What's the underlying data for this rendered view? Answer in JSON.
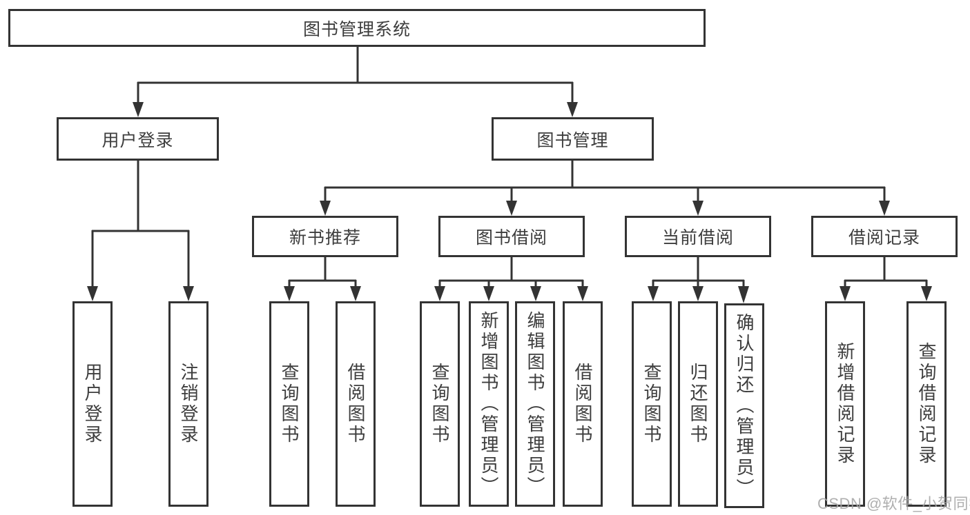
{
  "diagram": {
    "title": "图书管理系统",
    "level2": {
      "user_login": "用户登录",
      "book_mgmt": "图书管理"
    },
    "level3": {
      "new_books": "新书推荐",
      "book_borrow": "图书借阅",
      "current_borrow": "当前借阅",
      "borrow_records": "借阅记录"
    },
    "leaves": {
      "user_login": [
        "用户登录",
        "注销登录"
      ],
      "new_books": [
        "查询图书",
        "借阅图书"
      ],
      "book_borrow": [
        "查询图书",
        "新增图书（管理员）",
        "编辑图书（管理员）",
        "借阅图书"
      ],
      "current_borrow": [
        "查询图书",
        "归还图书",
        "确认归还（管理员）"
      ],
      "borrow_records": [
        "新增借阅记录",
        "查询借阅记录"
      ]
    },
    "colors": {
      "line": "#333333",
      "text": "#3d3d3d",
      "background": "#ffffff",
      "watermark": "#a4a4a4"
    }
  },
  "watermark": {
    "text": "CSDN @软件_小贺同学"
  }
}
